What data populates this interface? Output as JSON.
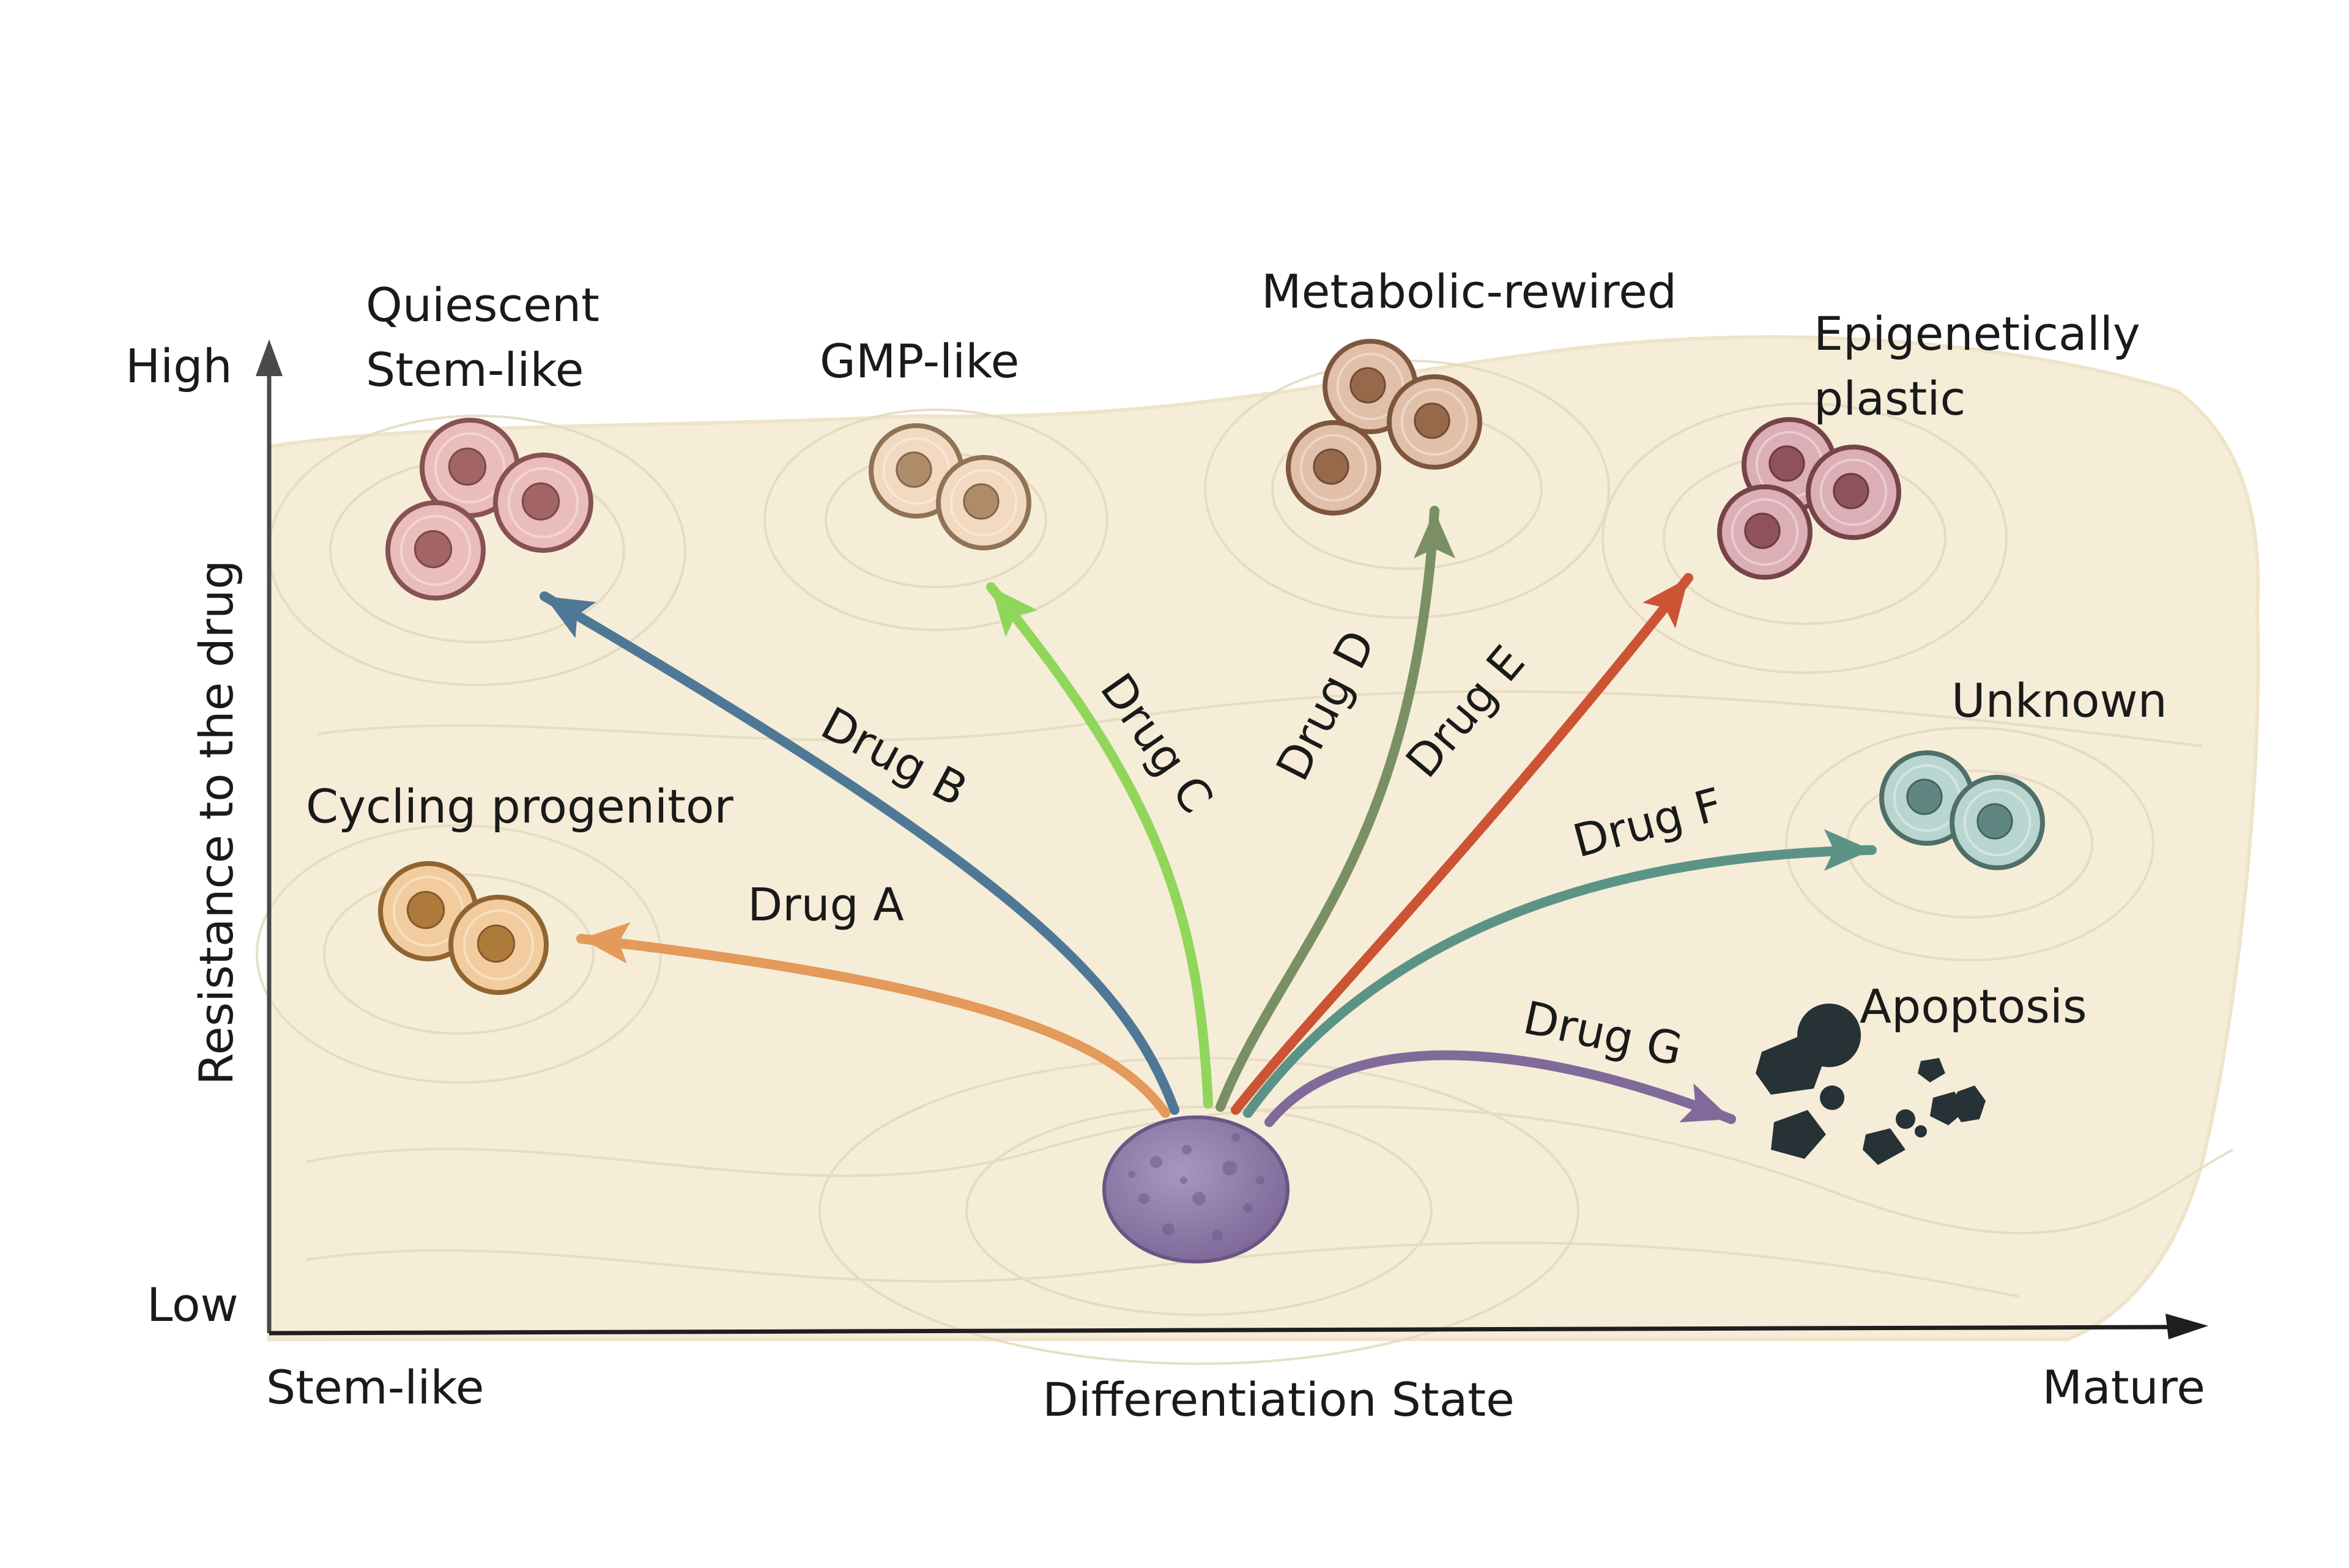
{
  "axes": {
    "y_title": "Resistance to the drug",
    "y_high": "High",
    "y_low": "Low",
    "x_title": "Differentiation State",
    "x_left": "Stem-like",
    "x_right": "Mature"
  },
  "fates": [
    {
      "id": "cycling-progenitor",
      "lines": [
        "Cycling progenitor"
      ],
      "color": "#e8a24f"
    },
    {
      "id": "quiescent-stem-like",
      "lines": [
        "Quiescent",
        "Stem-like"
      ],
      "color": "#d98585"
    },
    {
      "id": "gmp-like",
      "lines": [
        "GMP-like"
      ],
      "color": "#e8b98c"
    },
    {
      "id": "metabolic-rewired",
      "lines": [
        "Metabolic-rewired"
      ],
      "color": "#c98a62"
    },
    {
      "id": "epigenetically-plastic",
      "lines": [
        "Epigenetically",
        "plastic"
      ],
      "color": "#bf6c78"
    },
    {
      "id": "unknown",
      "lines": [
        "Unknown"
      ],
      "color": "#7fb3aa"
    },
    {
      "id": "apoptosis",
      "lines": [
        "Apoptosis"
      ],
      "color": "#263236"
    }
  ],
  "drugs": [
    {
      "label": "Drug A",
      "target": "cycling-progenitor",
      "color": "#e39a5a"
    },
    {
      "label": "Drug B",
      "target": "quiescent-stem-like",
      "color": "#4f7896"
    },
    {
      "label": "Drug C",
      "target": "gmp-like",
      "color": "#8fd65a"
    },
    {
      "label": "Drug D",
      "target": "metabolic-rewired",
      "color": "#7a9064"
    },
    {
      "label": "Drug E",
      "target": "epigenetically-plastic",
      "color": "#cc5434"
    },
    {
      "label": "Drug F",
      "target": "unknown",
      "color": "#5b9486"
    },
    {
      "label": "Drug G",
      "target": "apoptosis",
      "color": "#806a9a"
    }
  ],
  "start_cell_color": "#8e7aa6"
}
